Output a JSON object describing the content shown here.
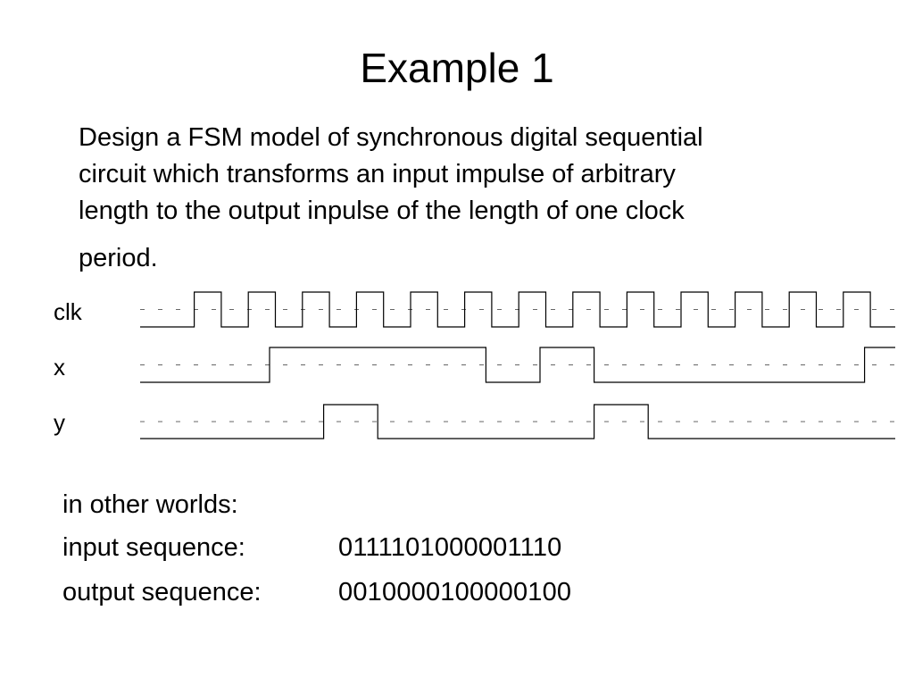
{
  "slide": {
    "title": "Example 1",
    "description_lines": [
      "Design a FSM model of synchronous digital sequential",
      "circuit which transforms an input impulse of arbitrary",
      "length to the output inpulse of the length of one clock",
      "period."
    ]
  },
  "timing_diagram": {
    "signals": [
      {
        "name": "clk"
      },
      {
        "name": "x"
      },
      {
        "name": "y"
      }
    ],
    "x_sequence": "0111101000001110",
    "y_sequence": "0010000100000100"
  },
  "bottom": {
    "intro": "in other worlds:",
    "input_label": "input sequence:",
    "input_value": "0111101000001110",
    "output_label": "output sequence:",
    "output_value": "0010000100000100"
  }
}
